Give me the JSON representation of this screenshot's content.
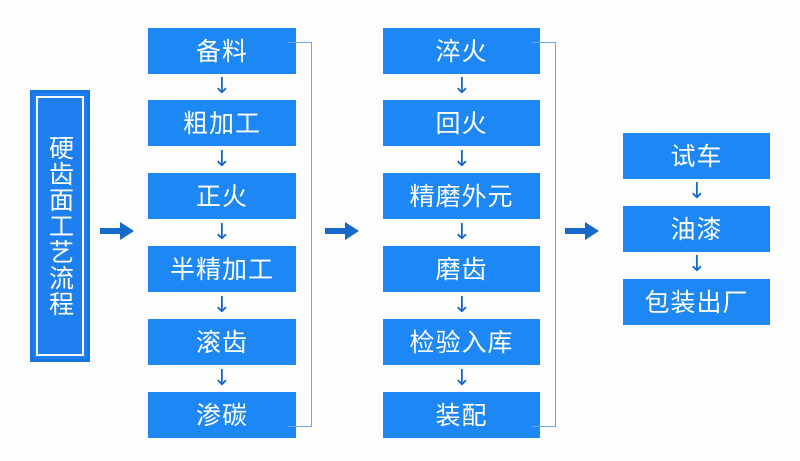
{
  "diagram": {
    "title_plate": {
      "label": "硬齿面工艺流程",
      "fill_color": "#1d7ff0",
      "border_color": "#1874e0",
      "inner_border_color": "#ffffff",
      "text_color": "#ffffff"
    },
    "box_fill_color": "#1d87f5",
    "box_text_color": "#ffffff",
    "arrow_color": "#1668c9",
    "connector_color": "#6aa6e0",
    "background_color": "#fdfdfd",
    "down_arrow_glyph": "↓",
    "columns": [
      {
        "name": "stage-1",
        "steps": [
          {
            "label": "备料"
          },
          {
            "label": "粗加工"
          },
          {
            "label": "正火"
          },
          {
            "label": "半精加工"
          },
          {
            "label": "滚齿"
          },
          {
            "label": "渗碳"
          }
        ]
      },
      {
        "name": "stage-2",
        "steps": [
          {
            "label": "淬火"
          },
          {
            "label": "回火"
          },
          {
            "label": "精磨外元"
          },
          {
            "label": "磨齿"
          },
          {
            "label": "检验入库"
          },
          {
            "label": "装配"
          }
        ]
      },
      {
        "name": "stage-3",
        "steps": [
          {
            "label": "试车"
          },
          {
            "label": "油漆"
          },
          {
            "label": "包装出厂"
          }
        ]
      }
    ]
  }
}
